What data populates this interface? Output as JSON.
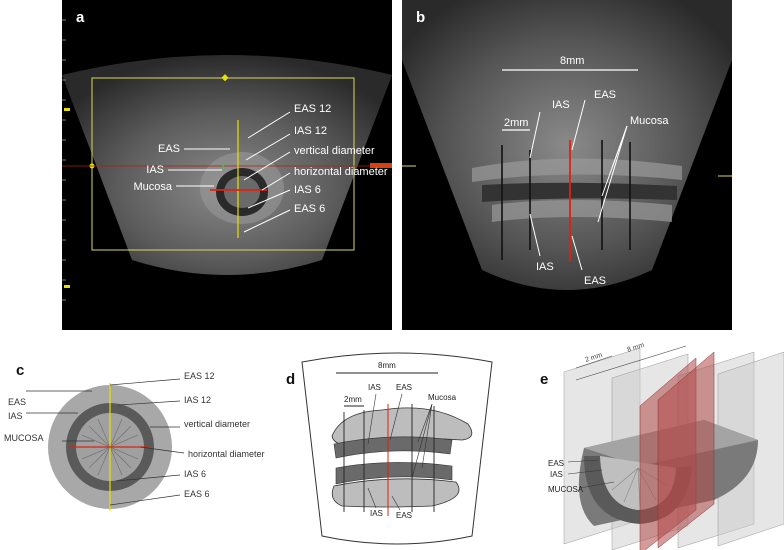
{
  "panels": {
    "a": {
      "letter": "a",
      "left_labels": [
        "EAS",
        "IAS",
        "Mucosa"
      ],
      "right_labels": [
        "EAS 12",
        "IAS 12",
        "vertical diameter",
        "horizontal diameter",
        "IAS 6",
        "EAS 6"
      ]
    },
    "b": {
      "letter": "b",
      "scale_large": "8mm",
      "scale_small": "2mm",
      "labels": {
        "ias_top": "IAS",
        "eas_top": "EAS",
        "mucosa": "Mucosa",
        "ias_bottom": "IAS",
        "eas_bottom": "EAS"
      }
    },
    "c": {
      "letter": "c",
      "left_labels": [
        "EAS",
        "IAS",
        "MUCOSA"
      ],
      "right_labels": [
        "EAS 12",
        "IAS 12",
        "vertical diameter",
        "horizontal diameter",
        "IAS 6",
        "EAS 6"
      ]
    },
    "d": {
      "letter": "d",
      "scale_large": "8mm",
      "scale_small": "2mm",
      "labels": {
        "ias_top": "IAS",
        "eas_top": "EAS",
        "mucosa": "Mucosa",
        "ias_bottom": "IAS",
        "eas_bottom": "EAS"
      }
    },
    "e": {
      "letter": "e",
      "scale_large": "8 mm",
      "scale_small": "2 mm",
      "labels": [
        "EAS",
        "IAS",
        "MUCOSA"
      ]
    }
  },
  "colors": {
    "guide_yellow": "#e8e000",
    "marker_red": "#e02010",
    "plane_red": "#b04848",
    "ultrasound_gray": "#6a6a6a"
  }
}
